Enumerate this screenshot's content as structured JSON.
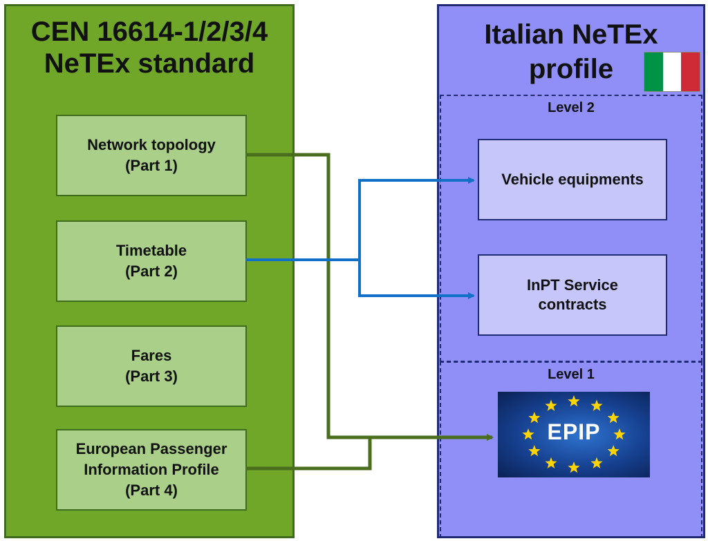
{
  "left": {
    "title_line1": "CEN 16614-1/2/3/4",
    "title_line2": "NeTEx standard",
    "parts": [
      {
        "line1": "Network topology",
        "line2": "(Part 1)"
      },
      {
        "line1": "Timetable",
        "line2": "(Part 2)"
      },
      {
        "line1": "Fares",
        "line2": "(Part 3)"
      },
      {
        "line1": "European Passenger Information Profile",
        "line2": "(Part 4)"
      }
    ]
  },
  "right": {
    "title_line1": "Italian NeTEx",
    "title_line2": "profile",
    "flag_colors": [
      "#009246",
      "#ffffff",
      "#ce2b37"
    ],
    "level2": {
      "label": "Level 2",
      "items": [
        "Vehicle equipments",
        "InPT Service contracts"
      ]
    },
    "level1": {
      "label": "Level 1",
      "logo_text": "EPIP",
      "logo_icon": "eu-stars-icon"
    }
  },
  "colors": {
    "left_panel": "#71a729",
    "right_panel": "#8f8ff7",
    "green_connector": "#4a6d1e",
    "blue_connector": "#1070c8"
  }
}
